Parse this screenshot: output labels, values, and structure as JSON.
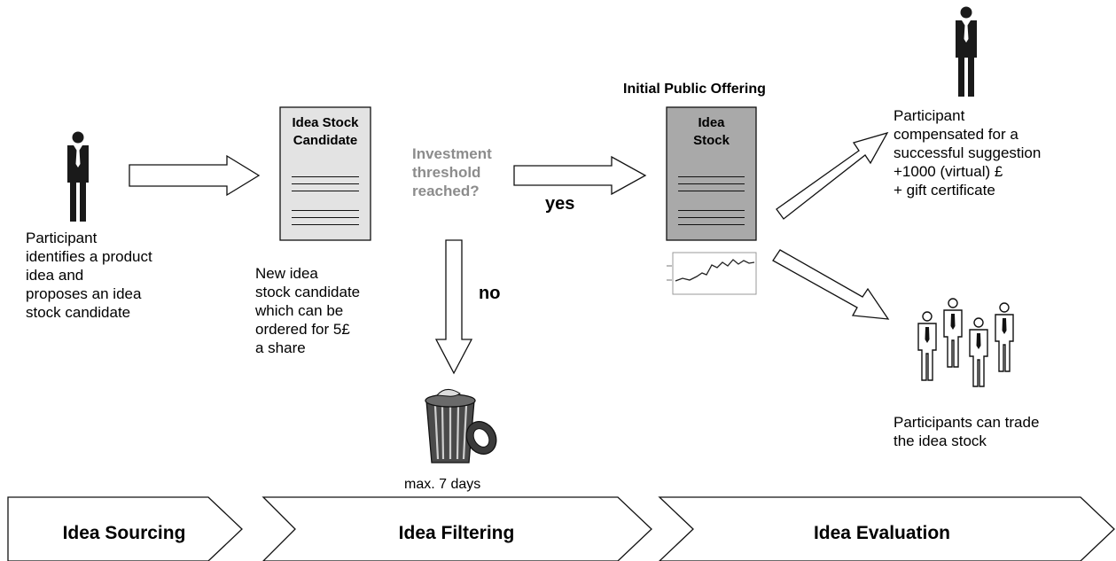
{
  "participant_text": "Participant\nidentifies a product\nidea and\nproposes an idea\nstock candidate",
  "candidate_doc_title": "Idea Stock\nCandidate",
  "candidate_text": "New idea\nstock candidate\nwhich can be\nordered for 5£\na share",
  "threshold_question": "Investment\nthreshold\nreached?",
  "yes_label": "yes",
  "no_label": "no",
  "trash_caption": "max. 7 days",
  "ipo_title": "Initial Public Offering",
  "stock_doc_title": "Idea\nStock",
  "compensation_text": "Participant\ncompensated for a\nsuccessful suggestion\n+1000 (virtual) £\n+ gift certificate",
  "trade_text": "Participants can trade\nthe idea stock",
  "phases": [
    {
      "label": "Idea Sourcing"
    },
    {
      "label": "Idea Filtering"
    },
    {
      "label": "Idea Evaluation"
    }
  ],
  "colors": {
    "candidate_doc_fill": "#e3e3e3",
    "stock_doc_fill": "#a9a9a9",
    "threshold_text": "#8c8c8c",
    "person_fill": "#1a1a1a"
  }
}
